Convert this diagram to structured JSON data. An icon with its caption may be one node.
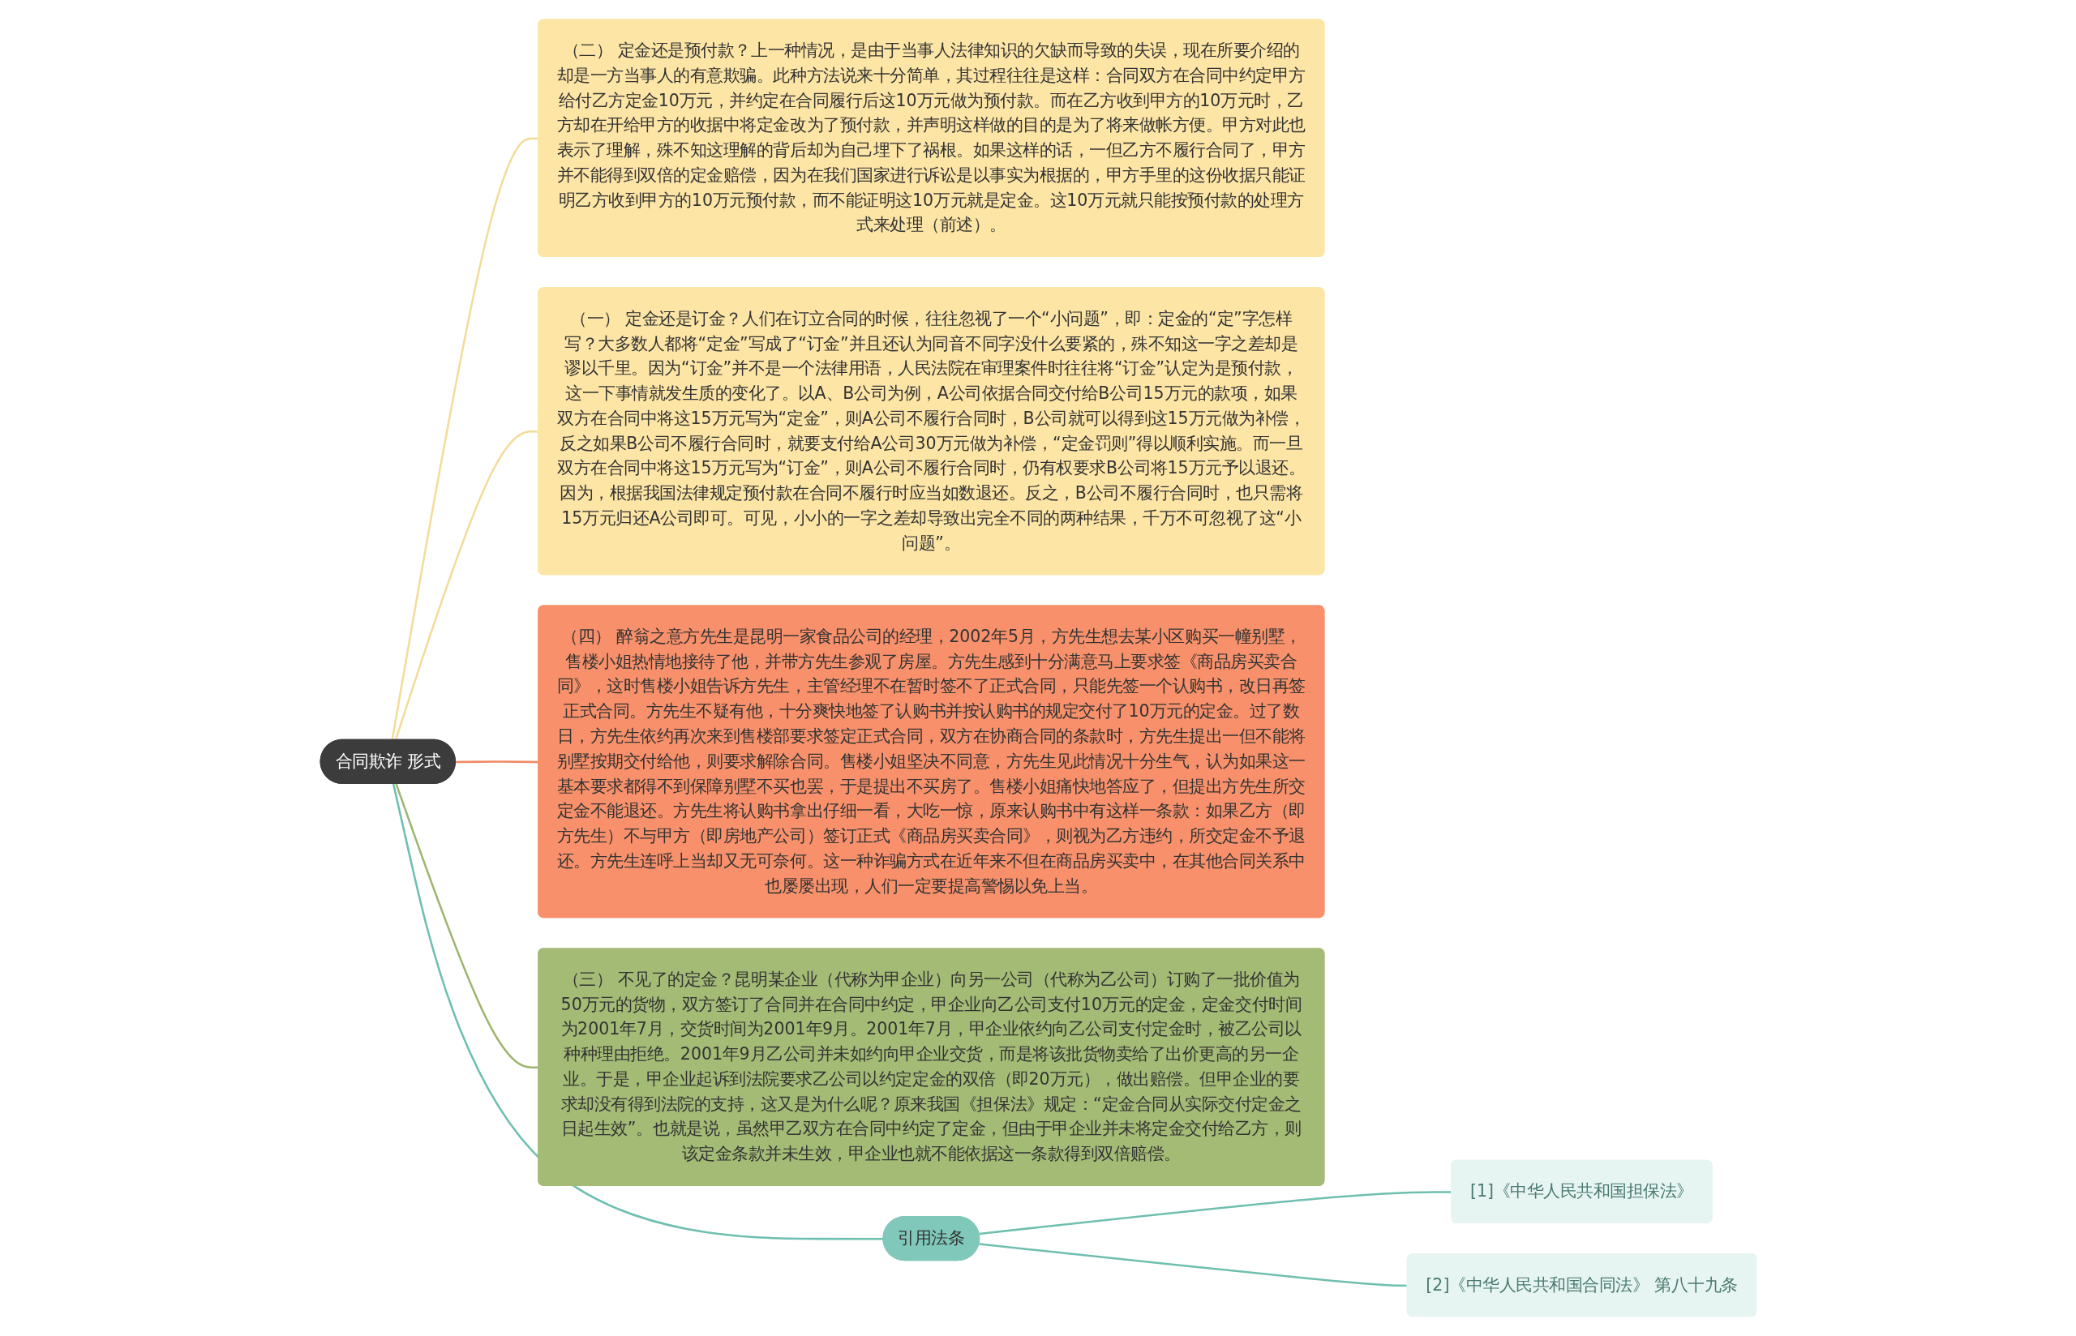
{
  "diagram": {
    "nodes": [
      {
        "text": [
          "合同欺诈 形式"
        ]
      },
      {
        "text": [
          "（二） 定金还是预付款？上一种情况，是由于当事人法律知识的欠缺而导致的失误，现在所要介绍的却是一方当事人的有意欺骗。此种方法说来十分简单，其过程往往是这样：合同双方在合同中约定甲方给付乙方定金10万元，并约定在合同履行后这10万元做为预付款。而在乙方收到甲方的10万元时，乙方却在开给甲方的收据中将定金改为了预付款，并声明这样做的目的是为了将来做帐方便。甲方对此也表示了理解，殊不知这理解的背后却为自己埋下了祸根。如果这样的话，一但乙方不履行合同了，甲方并不能得到双倍的定金赔偿，因为在我们国家进行诉讼是以事实为根据的，甲方手里的这份收据只能证明乙方收到甲方的10万元预付款，而不能证明这10万元就是定金。这10万元就只能按预付款的处理方式来处理（前述）。"
        ]
      },
      {
        "text": [
          "（一） 定金还是订金？人们在订立合同的时候，往往忽视了一个“小问题”，即：定金的“定”字怎样写？大多数人都将“定金”写成了“订金”并且还认为同音不同字没什么要紧的，殊不知这一字之差却是谬以千里。因为“订金”并不是一个法律用语，人民法院在审理案件时往往将“订金”认定为是预付款，这一下事情就发生质的变化了。以A、B公司为例，A公司依据合同交付给B公司15万元的款项，如果双方在合同中将这15万元写为“定金”，则A公司不履行合同时，B公司就可以得到这15万元做为补偿，反之如果B公司不履行合同时，就要支付给A公司30万元做为补偿，“定金罚则”得以顺利实施。而一旦双方在合同中将这15万元写为“订金”，则A公司不履行合同时，仍有权要求B公司将15万元予以退还。因为，根据我国法律规定预付款在合同不履行时应当如数退还。反之，B公司不履行合同时，也只需将15万元归还A公司即可。可见，小小的一字之差却导致出完全不同的两种结果，千万不可忽视了这“小问题”。"
        ]
      },
      {
        "text": [
          "（四） 醉翁之意方先生是昆明一家食品公司的经理，2002年5月，方先生想去某小区购买一幢别墅，售楼小姐热情地接待了他，并带方先生参观了房屋。方先生感到十分满意马上要求签《商品房买卖合同》，这时售楼小姐告诉方先生，主管经理不在暂时签不了正式合同，只能先签一个认购书，改日再签正式合同。方先生不疑有他，十分爽快地签了认购书并按认购书的规定交付了10万元的定金。过了数日，方先生依约再次来到售楼部要求签定正式合同，双方在协商合同的条款时，方先生提出一但不能将别墅按期交付给他，则要求解除合同。售楼小姐坚决不同意，方先生见此情况十分生气，认为如果这一基本要求都得不到保障别墅不买也罢，于是提出不买房了。售楼小姐痛快地答应了，但提出方先生所交定金不能退还。方先生将认购书拿出仔细一看，大吃一惊，原来认购书中有这样一条款：如果乙方（即方先生）不与甲方（即房地产公司）签订正式《商品房买卖合同》，则视为乙方违约，所交定金不予退还。方先生连呼上当却又无可奈何。这一种诈骗方式在近年来不但在商品房买卖中，在其他合同关系中也屡屡出现，人们一定要提高警惕以免上当。"
        ]
      },
      {
        "text": [
          "（三） 不见了的定金？昆明某企业（代称为甲企业）向另一公司（代称为乙公司）订购了一批价值为50万元的货物，双方签订了合同并在合同中约定，甲企业向乙公司支付10万元的定金，定金交付时间为2001年7月，交货时间为2001年9月。2001年7月，甲企业依约向乙公司支付定金时，被乙公司以种种理由拒绝。2001年9月乙公司并未如约向甲企业交货，而是将该批货物卖给了出价更高的另一企业。于是，甲企业起诉到法院要求乙公司以约定定金的双倍（即20万元），做出赔偿。但甲企业的要求却没有得到法院的支持，这又是为什么呢？原来我国《担保法》规定：“定金合同从实际交付定金之日起生效”。也就是说，虽然甲乙双方在合同中约定了定金，但由于甲企业并未将定金交付给乙方，则该定金条款并未生效，甲企业也就不能依据这一条款得到双倍赔偿。"
        ]
      },
      {
        "text": [
          "引用法条"
        ]
      },
      {
        "text": [
          "[1]《中华人民共和国担保法》"
        ]
      },
      {
        "text": [
          "[2]《中华人民共和国合同法》 第八十九条"
        ]
      }
    ],
    "edges": [
      {
        "from": 0,
        "to": 1,
        "arrow": "none",
        "color": "#f3dc9a"
      },
      {
        "from": 0,
        "to": 2,
        "arrow": "none",
        "color": "#f3dc9a"
      },
      {
        "from": 0,
        "to": 3,
        "arrow": "none",
        "color": "#ef8a64"
      },
      {
        "from": 0,
        "to": 4,
        "arrow": "none",
        "color": "#9fb46f"
      },
      {
        "from": 0,
        "to": 5,
        "arrow": "none",
        "color": "#6fbfb0"
      },
      {
        "from": 5,
        "to": 6,
        "arrow": "none",
        "color": "#6fbfb0"
      },
      {
        "from": 5,
        "to": 7,
        "arrow": "none",
        "color": "#6fbfb0"
      }
    ]
  }
}
